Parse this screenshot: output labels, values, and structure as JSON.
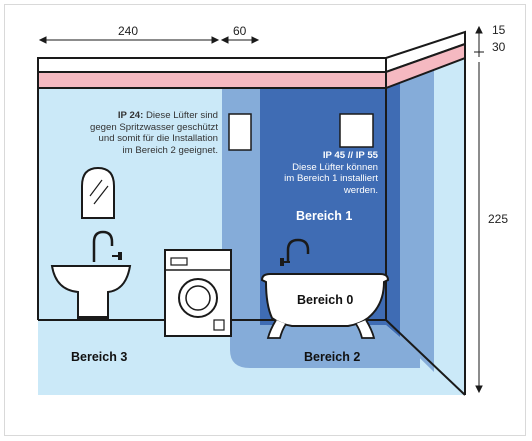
{
  "dimensions": {
    "width_left": "240",
    "width_right": "60",
    "height_top1": "15",
    "height_top2": "30",
    "height_main": "225"
  },
  "zones": {
    "zone0": "Bereich 0",
    "zone1": "Bereich 1",
    "zone2": "Bereich 2",
    "zone3": "Bereich 3"
  },
  "notes": {
    "ip24_title": "IP 24:",
    "ip24_line1": "Diese Lüfter sind",
    "ip24_line2": "gegen Spritzwasser geschützt",
    "ip24_line3": "und somit für die Installation",
    "ip24_line4": "im Bereich 2 geeignet.",
    "ip45_title": "IP 45 // IP 55",
    "ip45_line1": "Diese Lüfter können",
    "ip45_line2": "im Bereich 1 installiert",
    "ip45_line3": "werden."
  },
  "colors": {
    "wall": "#cbe9f8",
    "zone2_band": "#85acd9",
    "zone1_band": "#3f6cb4",
    "ceiling_pink": "#f5b9c1",
    "outline": "#1a1a1a"
  }
}
